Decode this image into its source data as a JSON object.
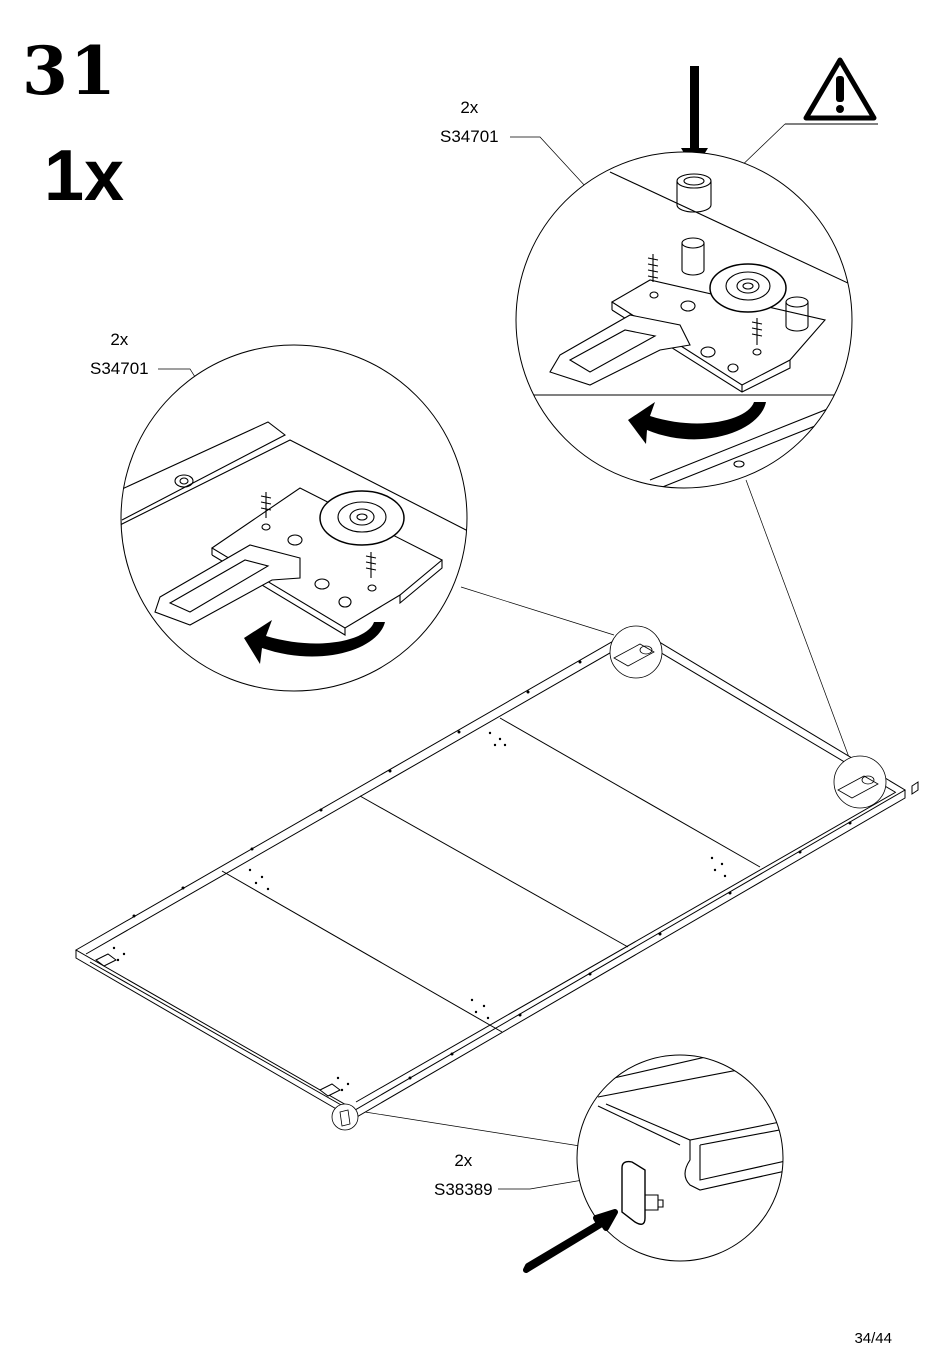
{
  "step": {
    "number": "31",
    "quantity": "1x"
  },
  "callouts": {
    "top_right": {
      "qty": "2x",
      "part": "S34701"
    },
    "left": {
      "qty": "2x",
      "part": "S34701"
    },
    "bottom": {
      "qty": "2x",
      "part": "S38389"
    }
  },
  "icons": {
    "warning": "warning-triangle-icon",
    "arrow": "push-arrow-icon",
    "rotate": "rotate-arrow-icon"
  },
  "page": {
    "number": "34/44"
  }
}
